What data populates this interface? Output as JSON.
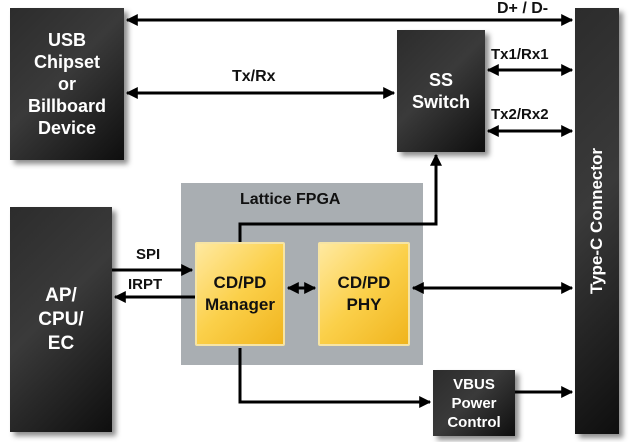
{
  "blocks": {
    "usb": [
      "USB",
      "Chipset",
      "or",
      "Billboard",
      "Device"
    ],
    "ss_switch": [
      "SS",
      "Switch"
    ],
    "ap": [
      "AP/",
      "CPU/",
      "EC"
    ],
    "fpga_title": "Lattice FPGA",
    "cdpd_manager": [
      "CD/PD",
      "Manager"
    ],
    "cdpd_phy": [
      "CD/PD",
      "PHY"
    ],
    "vbus": [
      "VBUS",
      "Power",
      "Control"
    ],
    "typec": "Type-C Connector"
  },
  "signals": {
    "dplus_dminus": "D+ / D-",
    "txrx": "Tx/Rx",
    "tx1rx1": "Tx1/Rx1",
    "tx2rx2": "Tx2/Rx2",
    "spi": "SPI",
    "irpt": "IRPT"
  },
  "colors": {
    "dark_block": "#2c2c2c",
    "fpga_region": "#a9aeb2",
    "gold_block": "#fbd04a",
    "arrow": "#000000"
  }
}
